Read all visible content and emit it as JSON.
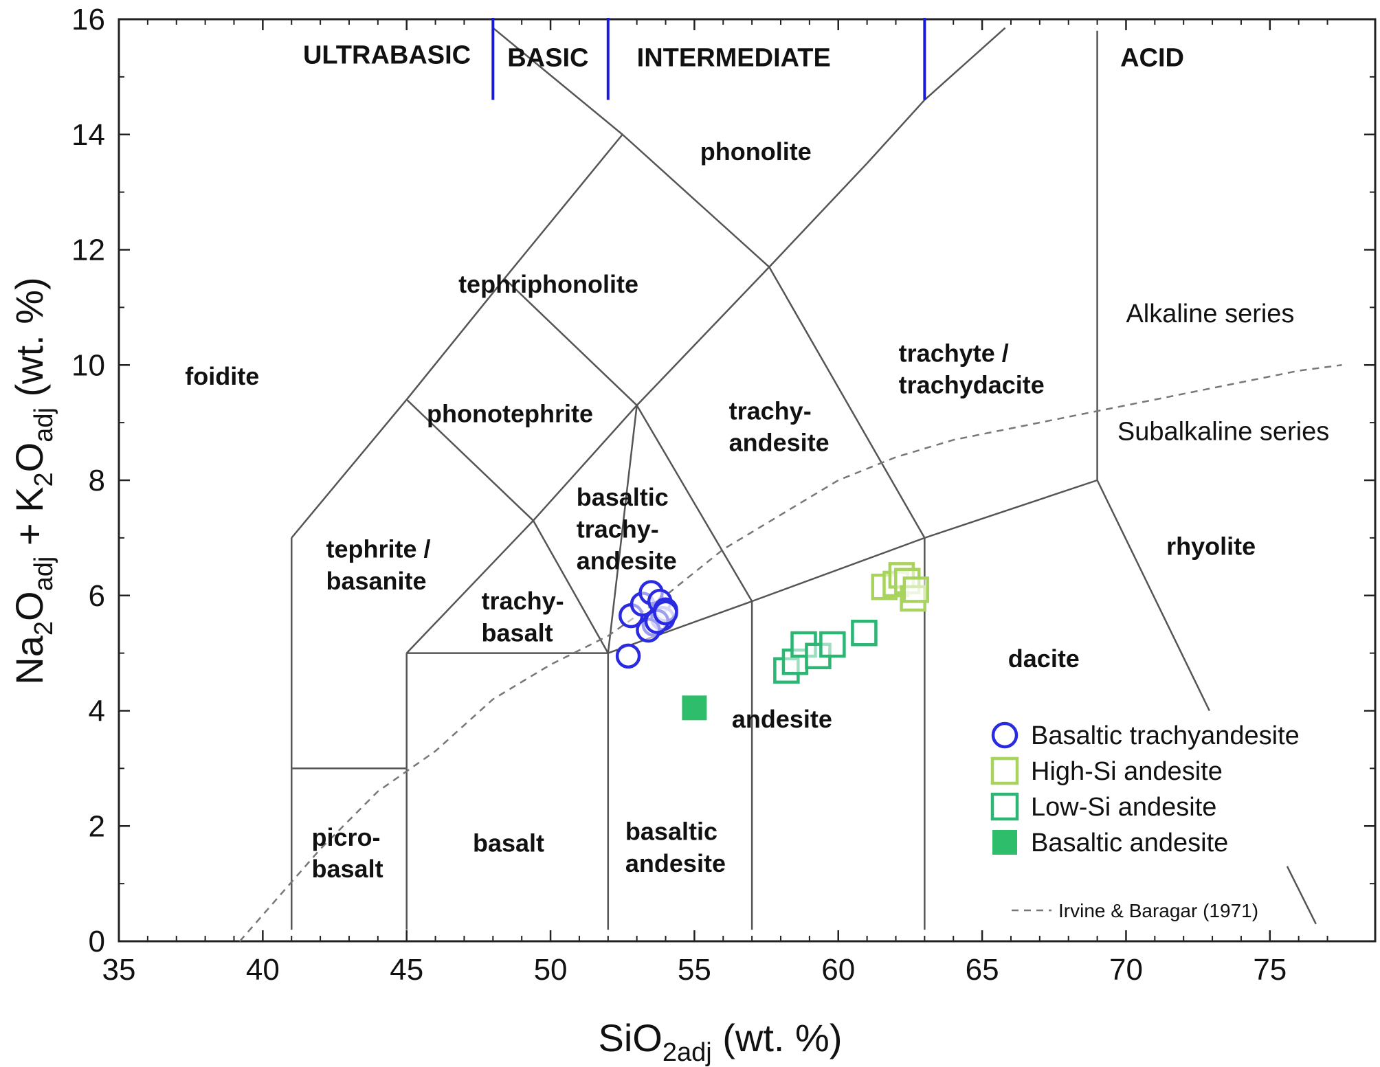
{
  "chart_data": {
    "type": "scatter",
    "xlabel": "SiO",
    "xlabel_sub": "2adj",
    "xlabel_tail": " (wt. %)",
    "ylabel_parts": [
      "Na",
      "2",
      "O",
      "adj",
      " + K",
      "2",
      "O",
      "adj",
      "  (wt. %)"
    ],
    "xlim": [
      35,
      78
    ],
    "ylim": [
      0,
      16
    ],
    "x_ticks": [
      35,
      40,
      45,
      50,
      55,
      60,
      65,
      70,
      75
    ],
    "y_ticks": [
      0,
      2,
      4,
      6,
      8,
      10,
      12,
      14,
      16
    ],
    "classification_labels": [
      "ULTRABASIC",
      "BASIC",
      "INTERMEDIATE",
      "ACID"
    ],
    "field_labels": [
      "foidite",
      "tephriphonolite",
      "phonolite",
      "phonotephrite",
      "tephrite /",
      "basanite",
      "trachy-",
      "basalt",
      "basaltic",
      "trachy-",
      "andesite",
      "trachy-",
      "andesite",
      "trachyte /",
      "trachydacite",
      "picro-",
      "basalt",
      "basalt",
      "basaltic",
      "andesite",
      "andesite",
      "dacite",
      "rhyolite"
    ],
    "series_text": [
      "Alkaline series",
      "Subalkaline series"
    ],
    "reference_line_label": "Irvine & Baragar (1971)",
    "series": [
      {
        "name": "Basaltic trachyandesite",
        "marker": "circle",
        "color": "#2a2ae0",
        "filled": false,
        "x": [
          52.7,
          52.8,
          53.2,
          53.5,
          53.6,
          53.8,
          53.9,
          54.0,
          53.4,
          53.7,
          54.0
        ],
        "y": [
          4.95,
          5.65,
          5.85,
          6.05,
          5.5,
          5.9,
          5.6,
          5.75,
          5.4,
          5.55,
          5.7
        ]
      },
      {
        "name": "High-Si andesite",
        "marker": "square",
        "color": "#a8d35c",
        "filled": false,
        "x": [
          61.6,
          62.0,
          62.2,
          62.4,
          62.6,
          62.7
        ],
        "y": [
          6.15,
          6.2,
          6.35,
          6.25,
          5.95,
          6.1
        ]
      },
      {
        "name": "Low-Si andesite",
        "marker": "square",
        "color": "#2cb573",
        "filled": false,
        "x": [
          58.2,
          58.5,
          58.8,
          59.3,
          59.8,
          60.9
        ],
        "y": [
          4.7,
          4.85,
          5.15,
          4.95,
          5.15,
          5.35
        ]
      },
      {
        "name": "Basaltic andesite",
        "marker": "square",
        "color": "#2ebd6b",
        "filled": true,
        "x": [
          55.0
        ],
        "y": [
          4.05
        ]
      }
    ]
  }
}
